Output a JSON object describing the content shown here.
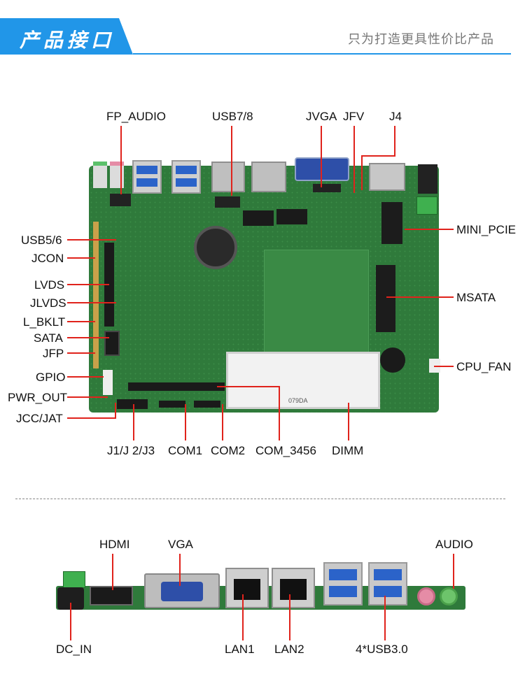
{
  "header": {
    "title": "产品接口",
    "subtitle": "只为打造更具性价比产品"
  },
  "colors": {
    "accent": "#2196e8",
    "leader_line": "#e0231c",
    "pcb": "#2f7a3b"
  },
  "top_labels": {
    "fp_audio": "FP_AUDIO",
    "usb78": "USB7/8",
    "jvga": "JVGA",
    "jfv": "JFV",
    "j4": "J4"
  },
  "left_labels": {
    "usb56": "USB5/6",
    "jcon": "JCON",
    "lvds": "LVDS",
    "jlvds": "JLVDS",
    "l_bklt": "L_BKLT",
    "sata": "SATA",
    "jfp": "JFP",
    "gpio": "GPIO",
    "pwr_out": "PWR_OUT",
    "jcc_jat": "JCC/JAT"
  },
  "right_labels": {
    "mini_pcie": "MINI_PCIE",
    "msata": "MSATA",
    "cpu_fan": "CPU_FAN"
  },
  "bottom_labels": {
    "j1j2j3": "J1/J 2/J3",
    "com1": "COM1",
    "com2": "COM2",
    "com3456": "COM_3456",
    "dimm": "DIMM"
  },
  "io_labels": {
    "hdmi": "HDMI",
    "vga": "VGA",
    "audio": "AUDIO",
    "dc_in": "DC_IN",
    "lan1": "LAN1",
    "lan2": "LAN2",
    "usb30": "4*USB3.0"
  },
  "board_silkscreen": {
    "so_dimm_text": "079DA"
  }
}
